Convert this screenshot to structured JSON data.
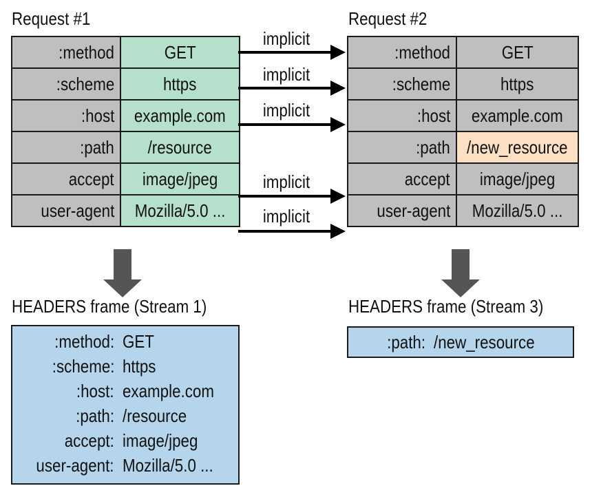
{
  "request1": {
    "title": "Request #1",
    "rows": [
      {
        "key": ":method",
        "value": "GET"
      },
      {
        "key": ":scheme",
        "value": "https"
      },
      {
        "key": ":host",
        "value": "example.com"
      },
      {
        "key": ":path",
        "value": "/resource"
      },
      {
        "key": "accept",
        "value": "image/jpeg"
      },
      {
        "key": "user-agent",
        "value": "Mozilla/5.0 ..."
      }
    ]
  },
  "request2": {
    "title": "Request #2",
    "rows": [
      {
        "key": ":method",
        "value": "GET"
      },
      {
        "key": ":scheme",
        "value": "https"
      },
      {
        "key": ":host",
        "value": "example.com"
      },
      {
        "key": ":path",
        "value": "/new_resource"
      },
      {
        "key": "accept",
        "value": "image/jpeg"
      },
      {
        "key": "user-agent",
        "value": "Mozilla/5.0 ..."
      }
    ]
  },
  "arrows": {
    "label": "implicit"
  },
  "frame1": {
    "title": "HEADERS frame (Stream 1)",
    "rows": [
      {
        "key": ":method:",
        "value": "GET"
      },
      {
        "key": ":scheme:",
        "value": "https"
      },
      {
        "key": ":host:",
        "value": "example.com"
      },
      {
        "key": ":path:",
        "value": "/resource"
      },
      {
        "key": "accept:",
        "value": "image/jpeg"
      },
      {
        "key": "user-agent:",
        "value": "Mozilla/5.0 ..."
      }
    ]
  },
  "frame2": {
    "title": "HEADERS frame (Stream 3)",
    "rows": [
      {
        "key": ":path:",
        "value": "/new_resource"
      }
    ]
  },
  "colors": {
    "request1_value_fill": "#b5e0cc",
    "request2_value_fill": "#bfbfbf",
    "changed_row_fill": "#fde0c4",
    "key_fill": "#bfbfbf",
    "frame_fill": "#b4d5eb",
    "down_arrow": "#555555"
  }
}
